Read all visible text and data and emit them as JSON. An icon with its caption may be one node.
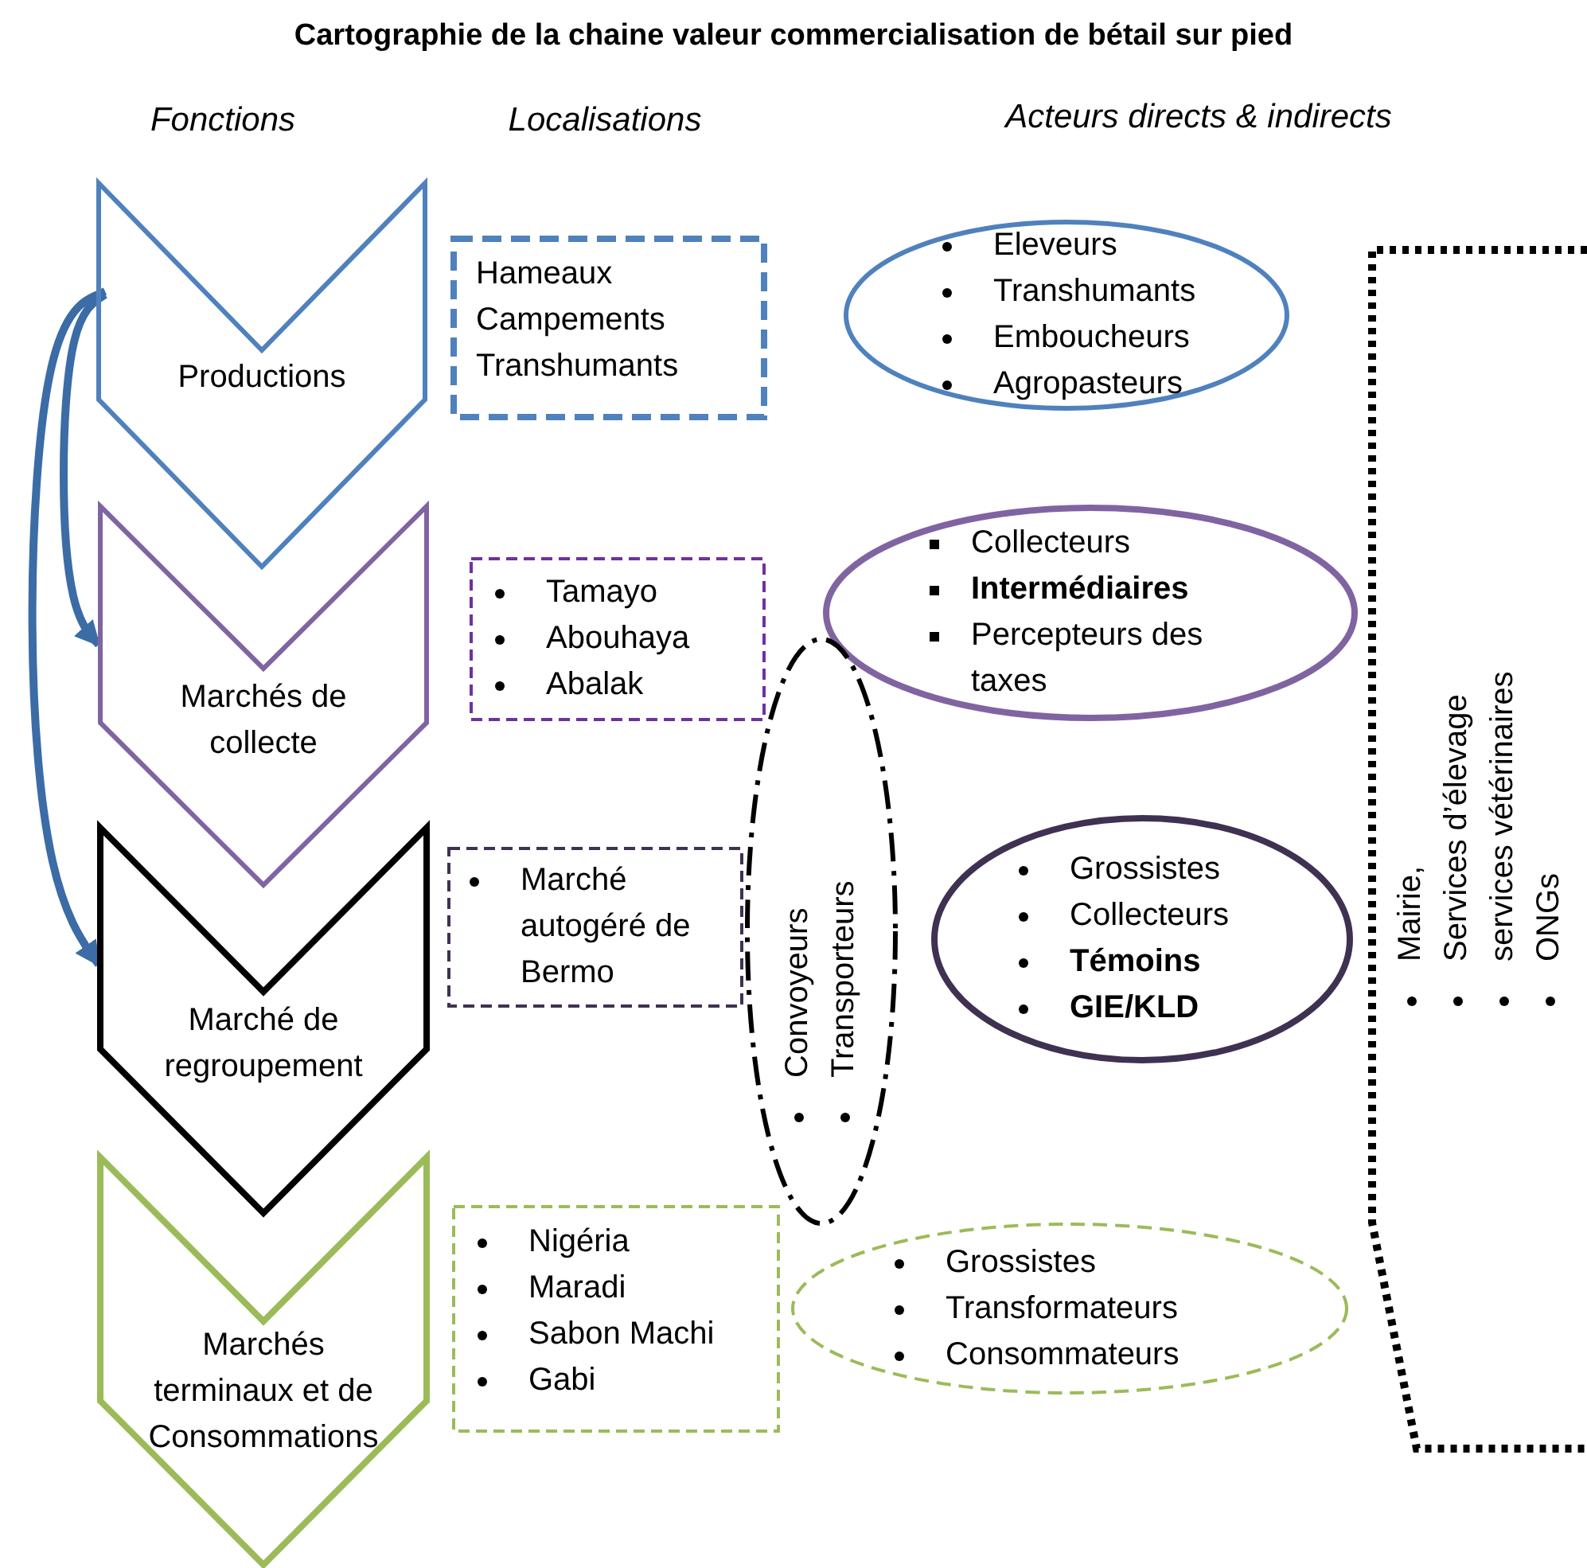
{
  "diagram": {
    "title": "Cartographie de la chaine valeur commercialisation de bétail sur pied",
    "nodes": [
      {
        "text": [
          "Productions"
        ]
      },
      {
        "text": [
          "Marchés de collecte"
        ]
      },
      {
        "text": [
          "Marché de regroupement"
        ]
      },
      {
        "text": [
          "Marchés terminaux et de Consommations"
        ]
      },
      {
        "text": [
          "Hameaux",
          "Campements",
          "Transhumants"
        ]
      },
      {
        "text": [
          "Tamayo",
          "Abouhaya",
          "Abalak"
        ]
      },
      {
        "text": [
          "Marché autogéré de Bermo"
        ]
      },
      {
        "text": [
          "Nigéria",
          "Maradi",
          "Sabon Machi",
          "Gabi"
        ]
      },
      {
        "text": [
          "Eleveurs",
          "Transhumants",
          "Emboucheurs",
          "Agropasteurs"
        ]
      },
      {
        "text": [
          "Collecteurs",
          "**Intermédiaires**",
          "Percepteurs des taxes"
        ]
      },
      {
        "text": [
          "Convoyeurs",
          "Transporteurs"
        ]
      },
      {
        "text": [
          "Grossistes",
          "Collecteurs",
          "**Témoins**",
          "**GIE/KLD**"
        ]
      },
      {
        "text": [
          "Grossistes",
          "Transformateurs",
          "Consommateurs"
        ]
      },
      {
        "text": [
          "Mairie,",
          "Services d’élevage",
          "services vétérinaires",
          "ONGs"
        ]
      }
    ],
    "edges": [
      {
        "from": 0,
        "to": 1,
        "arrow": "to"
      },
      {
        "from": 0,
        "to": 2,
        "arrow": "to"
      }
    ],
    "labels": [
      "Fonctions",
      "Localisations",
      "Acteurs directs & indirects"
    ]
  }
}
